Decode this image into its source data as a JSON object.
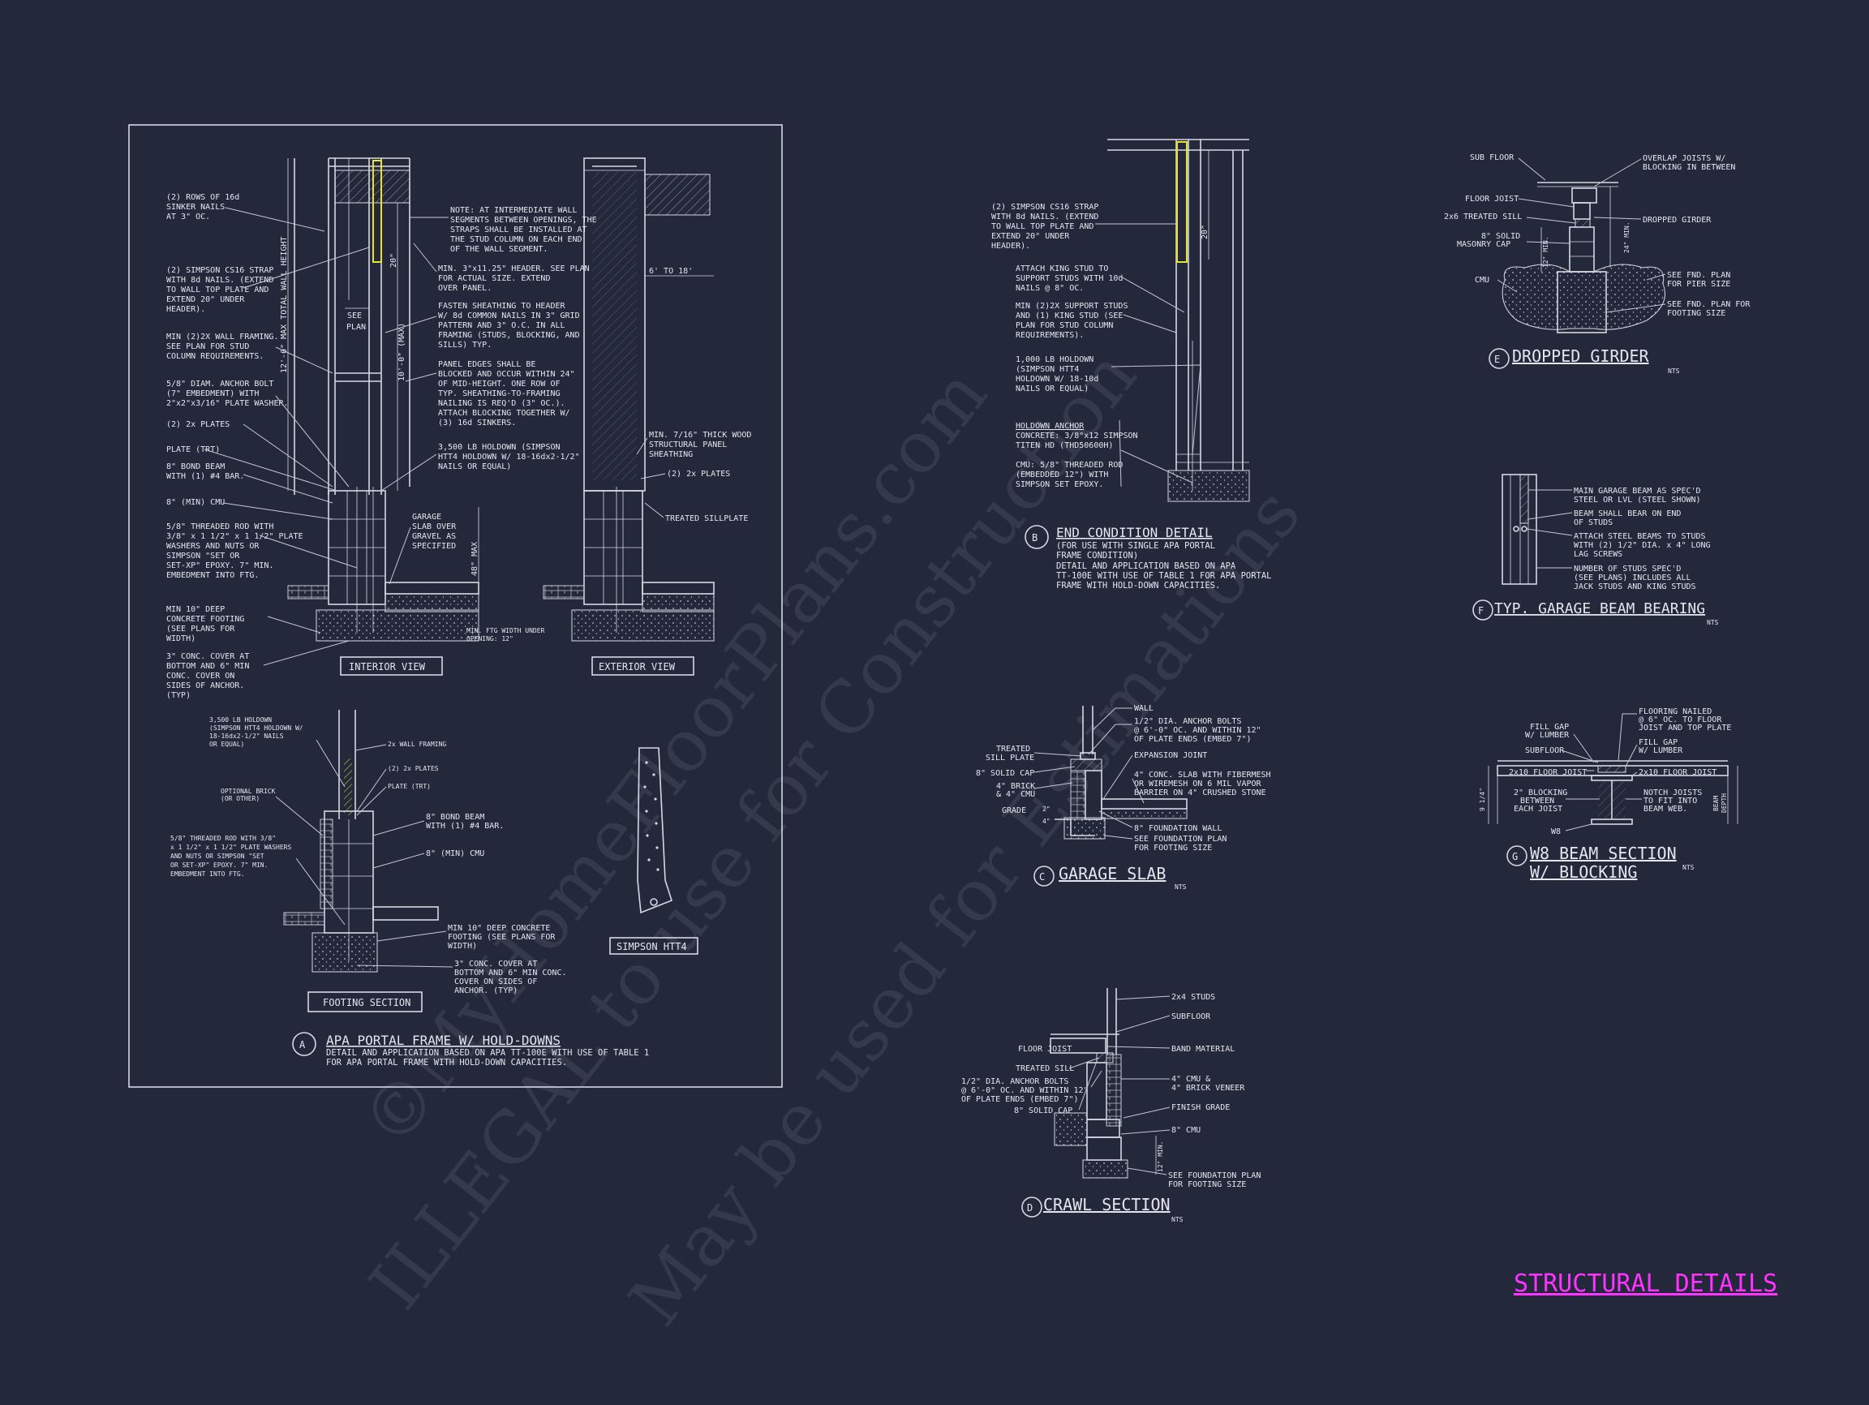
{
  "sheet_title": "STRUCTURAL DETAILS",
  "watermark": {
    "line1": "©MyHomeFloorPlans.com",
    "line2": "ILLEGAL to use for Construction",
    "line3": "May be used for Estimations"
  },
  "detail_a": {
    "letter": "A",
    "title": "APA PORTAL FRAME W/ HOLD-DOWNS",
    "subtitle1": "DETAIL AND APPLICATION BASED ON APA TT-100E WITH USE OF TABLE 1",
    "subtitle2": "FOR APA PORTAL FRAME WITH HOLD-DOWN CAPACITIES.",
    "view_interior": "INTERIOR VIEW",
    "view_exterior": "EXTERIOR VIEW",
    "view_footing": "FOOTING SECTION",
    "view_simpson": "SIMPSON HTT4",
    "dim_20": "20\"",
    "dim_max_height": "12'-0\" MAX TOTAL WALL HEIGHT",
    "dim_10max": "10'-0\" (MAX)",
    "dim_48max": "48\" MAX",
    "dim_6to18": "6' TO 18'",
    "see_plan": [
      "SEE",
      "PLAN"
    ],
    "notes_left": [
      [
        "(2) ROWS OF 16d",
        "SINKER NAILS",
        "AT 3\" OC."
      ],
      [
        "(2) SIMPSON CS16 STRAP",
        "WITH 8d NAILS. (EXTEND",
        "TO WALL TOP PLATE AND",
        "EXTEND 20\" UNDER",
        "HEADER)."
      ],
      [
        "MIN (2)2X WALL FRAMING.",
        "SEE PLAN FOR STUD",
        "COLUMN REQUIREMENTS."
      ],
      [
        "5/8\" DIAM. ANCHOR BOLT",
        "(7\" EMBEDMENT) WITH",
        "2\"x2\"x3/16\" PLATE WASHER."
      ],
      [
        "(2) 2x PLATES"
      ],
      [
        "PLATE (TRT)"
      ],
      [
        "8\" BOND BEAM",
        "WITH (1) #4 BAR."
      ],
      [
        "8\" (MIN) CMU"
      ],
      [
        "5/8\" THREADED ROD WITH",
        "3/8\" x 1 1/2\" x 1 1/2\" PLATE",
        "WASHERS AND NUTS OR",
        "SIMPSON \"SET OR",
        "SET-XP\" EPOXY. 7\" MIN.",
        "EMBEDMENT INTO FTG."
      ],
      [
        "MIN 10\" DEEP",
        "CONCRETE FOOTING",
        "(SEE PLANS FOR",
        "WIDTH)"
      ],
      [
        "3\" CONC. COVER AT",
        "BOTTOM AND 6\" MIN",
        "CONC. COVER ON",
        "SIDES OF ANCHOR.",
        "(TYP)"
      ]
    ],
    "notes_mid": [
      [
        "NOTE: AT INTERMEDIATE WALL",
        "SEGMENTS BETWEEN OPENINGS, THE",
        "STRAPS SHALL BE INSTALLED AT",
        "THE STUD COLUMN ON EACH END",
        "OF THE WALL SEGMENT."
      ],
      [
        "MIN. 3\"x11.25\" HEADER. SEE PLAN",
        "FOR ACTUAL SIZE. EXTEND",
        "OVER PANEL."
      ],
      [
        "FASTEN SHEATHING TO HEADER",
        "W/ 8d COMMON NAILS IN 3\" GRID",
        "PATTERN AND 3\" O.C. IN ALL",
        "FRAMING (STUDS, BLOCKING, AND",
        "SILLS) TYP."
      ],
      [
        "PANEL EDGES SHALL BE",
        "BLOCKED AND OCCUR WITHIN 24\"",
        "OF MID-HEIGHT. ONE ROW OF",
        "TYP. SHEATHING-TO-FRAMING",
        "NAILING IS REQ'D (3\" OC.).",
        "ATTACH BLOCKING TOGETHER W/",
        "(3) 16d SINKERS."
      ],
      [
        "3,500 LB HOLDOWN (SIMPSON",
        "HTT4 HOLDOWN W/ 18-16dx2-1/2\"",
        "NAILS OR EQUAL)"
      ],
      [
        "GARAGE",
        "SLAB OVER",
        "GRAVEL AS",
        "SPECIFIED"
      ],
      [
        "MIN. FTG WIDTH UNDER",
        "OPENING: 12\""
      ]
    ],
    "notes_right": [
      [
        "MIN. 7/16\" THICK WOOD",
        "STRUCTURAL PANEL",
        "SHEATHING"
      ],
      [
        "(2) 2x PLATES"
      ],
      [
        "TREATED SILLPLATE"
      ]
    ],
    "notes_footing": [
      [
        "3,500 LB HOLDOWN",
        "(SIMPSON HTT4 HOLDOWN W/",
        "18-16dx2-1/2\" NAILS",
        "OR EQUAL)"
      ],
      [
        "OPTIONAL BRICK",
        "(OR OTHER)"
      ],
      [
        "5/8\" THREADED ROD WITH 3/8\"",
        "x 1 1/2\" x 1 1/2\" PLATE WASHERS",
        "AND NUTS OR SIMPSON \"SET",
        "OR SET-XP\" EPOXY. 7\" MIN.",
        "EMBEDMENT INTO FTG."
      ],
      [
        "2x WALL FRAMING"
      ],
      [
        "(2) 2x PLATES"
      ],
      [
        "PLATE (TRT)"
      ],
      [
        "8\" BOND BEAM",
        "WITH (1) #4 BAR."
      ],
      [
        "8\" (MIN) CMU"
      ],
      [
        "MIN 10\" DEEP CONCRETE",
        "FOOTING (SEE PLANS FOR",
        "WIDTH)"
      ],
      [
        "3\" CONC. COVER AT",
        "BOTTOM AND 6\" MIN CONC.",
        "COVER ON SIDES OF",
        "ANCHOR. (TYP)"
      ]
    ]
  },
  "detail_b": {
    "letter": "B",
    "title": "END CONDITION DETAIL",
    "subtitle": [
      "(FOR USE WITH SINGLE APA PORTAL",
      "FRAME CONDITION)",
      "DETAIL AND APPLICATION BASED ON APA",
      "TT-100E WITH USE OF TABLE 1 FOR APA PORTAL",
      "FRAME WITH HOLD-DOWN CAPACITIES."
    ],
    "dim_20": "20\"",
    "notes": [
      [
        "(2) SIMPSON CS16 STRAP",
        "WITH 8d NAILS. (EXTEND",
        "TO WALL TOP PLATE AND",
        "EXTEND 20\" UNDER",
        "HEADER)."
      ],
      [
        "ATTACH KING STUD TO",
        "SUPPORT STUDS WITH 10d",
        "NAILS @ 8\" OC."
      ],
      [
        "MIN (2)2X SUPPORT STUDS",
        "AND (1) KING STUD (SEE",
        "PLAN FOR STUD COLUMN",
        "REQUIREMENTS)."
      ],
      [
        "1,000 LB HOLDOWN",
        "(SIMPSON HTT4",
        "HOLDOWN W/ 18-10d",
        "NAILS OR EQUAL)"
      ],
      [
        "HOLDOWN ANCHOR",
        "CONCRETE: 3/8\"x12 SIMPSON",
        "TITEN HD (THD50600H)"
      ],
      [
        "CMU: 5/8\" THREADED ROD",
        "(EMBEDDED 12\") WITH",
        "SIMPSON SET EPOXY."
      ]
    ]
  },
  "detail_c": {
    "letter": "C",
    "title": "GARAGE SLAB",
    "nts": "NTS",
    "notes_left": [
      "TREATED",
      "SILL PLATE",
      "8\" SOLID CAP",
      "4\" BRICK",
      "& 4\" CMU",
      "GRADE"
    ],
    "notes_right": [
      [
        "WALL"
      ],
      [
        "1/2\" DIA. ANCHOR BOLTS",
        "@ 6'-0\" OC. AND WITHIN 12\"",
        "OF PLATE ENDS (EMBED 7\")"
      ],
      [
        "EXPANSION JOINT"
      ],
      [
        "4\" CONC. SLAB WITH FIBERMESH",
        "OR WIREMESH ON 6 MIL VAPOR",
        "BARRIER ON 4\" CRUSHED STONE"
      ],
      [
        "8\" FOUNDATION WALL"
      ],
      [
        "SEE FOUNDATION PLAN",
        "FOR FOOTING SIZE"
      ]
    ],
    "dims": [
      "4\"",
      "2\""
    ]
  },
  "detail_d": {
    "letter": "D",
    "title": "CRAWL SECTION",
    "nts": "NTS",
    "notes_left": [
      [
        "FLOOR JOIST"
      ],
      [
        "TREATED SILL"
      ],
      [
        "1/2\" DIA. ANCHOR BOLTS",
        "@ 6'-0\" OC. AND WITHIN 12\"",
        "OF PLATE ENDS (EMBED 7\")"
      ],
      [
        "8\" SOLID CAP"
      ]
    ],
    "notes_right": [
      [
        "2x4 STUDS"
      ],
      [
        "SUBFLOOR"
      ],
      [
        "BAND MATERIAL"
      ],
      [
        "4\" CMU &",
        "4\" BRICK VENEER"
      ],
      [
        "FINISH GRADE"
      ],
      [
        "8\" CMU"
      ],
      [
        "SEE FOUNDATION PLAN",
        "FOR FOOTING SIZE"
      ]
    ],
    "dim": "12\" MIN."
  },
  "detail_e": {
    "letter": "E",
    "title": "DROPPED GIRDER",
    "nts": "NTS",
    "notes_left": [
      "SUB FLOOR",
      "FLOOR JOIST",
      "2x6 TREATED SILL",
      "8\" SOLID",
      "MASONRY CAP",
      "CMU"
    ],
    "notes_right": [
      [
        "OVERLAP JOISTS W/",
        "BLOCKING IN BETWEEN"
      ],
      [
        "DROPPED GIRDER"
      ],
      [
        "SEE FND. PLAN",
        "FOR PIER SIZE"
      ],
      [
        "SEE FND. PLAN FOR",
        "FOOTING SIZE"
      ]
    ],
    "dims": [
      "24\" MIN.",
      "12\" MIN."
    ]
  },
  "detail_f": {
    "letter": "F",
    "title": "TYP. GARAGE BEAM BEARING",
    "nts": "NTS",
    "notes": [
      [
        "MAIN GARAGE BEAM AS SPEC'D",
        "STEEL OR LVL (STEEL SHOWN)"
      ],
      [
        "BEAM SHALL BEAR ON END",
        "OF STUDS"
      ],
      [
        "ATTACH STEEL BEAMS TO STUDS",
        "WITH (2) 1/2\" DIA. x 4\" LONG",
        "LAG SCREWS"
      ],
      [
        "NUMBER OF STUDS SPEC'D",
        "(SEE PLANS) INCLUDES ALL",
        "JACK STUDS AND KING STUDS"
      ]
    ]
  },
  "detail_g": {
    "letter": "G",
    "title1": "W8 BEAM SECTION",
    "title2": "W/ BLOCKING",
    "nts": "NTS",
    "notes_left": [
      [
        "FILL GAP",
        "W/ LUMBER"
      ],
      [
        "SUBFLOOR"
      ],
      [
        "2x10 FLOOR JOIST"
      ],
      [
        "2\" BLOCKING",
        "BETWEEN",
        "EACH JOIST"
      ],
      [
        "W8"
      ]
    ],
    "notes_right": [
      [
        "FLOORING NAILED",
        "@ 6\" OC. TO FLOOR",
        "JOIST AND TOP PLATE"
      ],
      [
        "FILL GAP",
        "W/ LUMBER"
      ],
      [
        "2x10 FLOOR JOIST"
      ],
      [
        "NOTCH JOISTS",
        "TO FIT INTO",
        "BEAM WEB."
      ]
    ],
    "dims": [
      "9 1/4\"",
      "BEAM",
      "DEPTH"
    ]
  }
}
